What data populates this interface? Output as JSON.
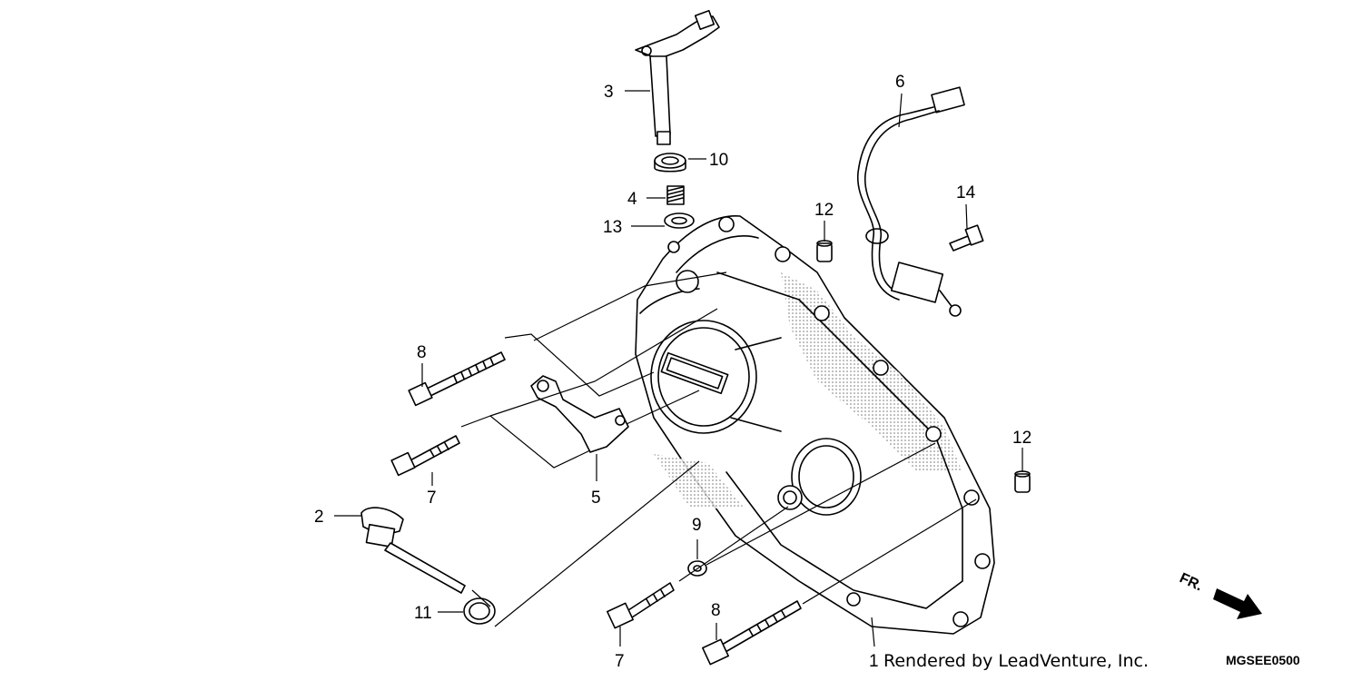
{
  "diagram": {
    "callouts": [
      {
        "id": "c1",
        "label": "1"
      },
      {
        "id": "c2",
        "label": "2"
      },
      {
        "id": "c3",
        "label": "3"
      },
      {
        "id": "c4",
        "label": "4"
      },
      {
        "id": "c5",
        "label": "5"
      },
      {
        "id": "c6",
        "label": "6"
      },
      {
        "id": "c7a",
        "label": "7"
      },
      {
        "id": "c7b",
        "label": "7"
      },
      {
        "id": "c8a",
        "label": "8"
      },
      {
        "id": "c8b",
        "label": "8"
      },
      {
        "id": "c9",
        "label": "9"
      },
      {
        "id": "c10",
        "label": "10"
      },
      {
        "id": "c11",
        "label": "11"
      },
      {
        "id": "c12a",
        "label": "12"
      },
      {
        "id": "c12b",
        "label": "12"
      },
      {
        "id": "c13",
        "label": "13"
      },
      {
        "id": "c14",
        "label": "14"
      }
    ],
    "credit": "Rendered by LeadVenture, Inc.",
    "drawing_code": "MGSEE0500",
    "direction_label": "FR."
  }
}
